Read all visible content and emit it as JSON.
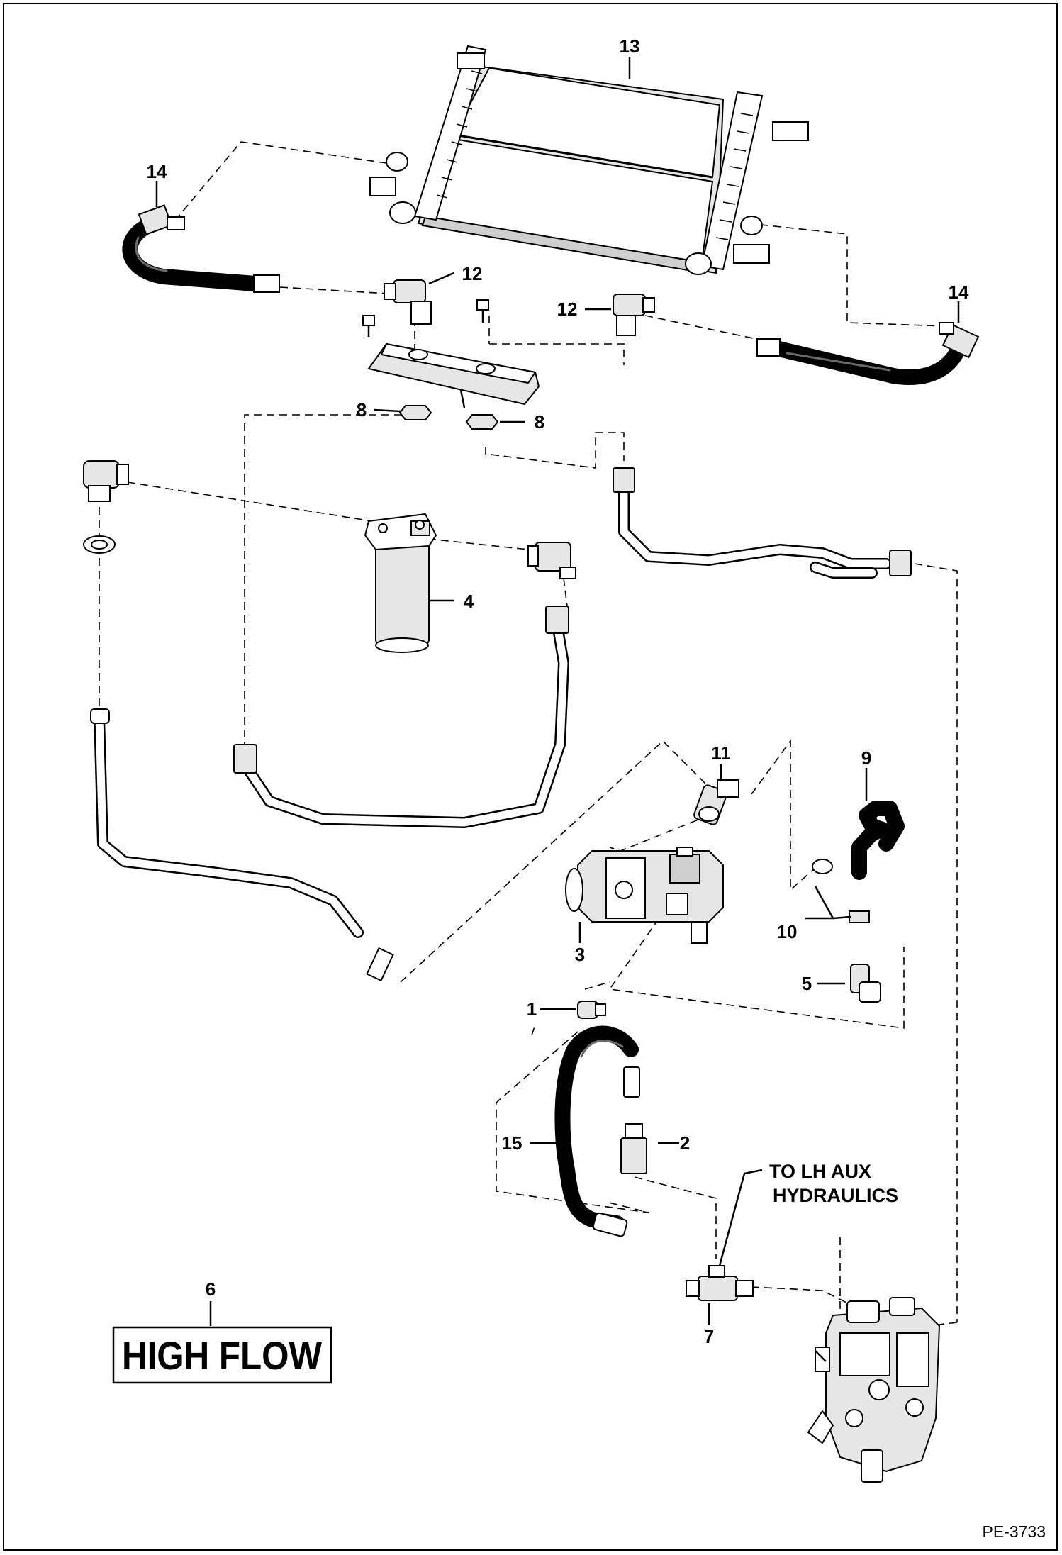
{
  "diagram": {
    "callouts": {
      "c1": "1",
      "c2": "2",
      "c3": "3",
      "c4": "4",
      "c5": "5",
      "c6": "6",
      "c7": "7",
      "c8a": "8",
      "c8b": "8",
      "c9": "9",
      "c10": "10",
      "c11": "11",
      "c12a": "12",
      "c12b": "12",
      "c13": "13",
      "c14a": "14",
      "c14b": "14",
      "c15": "15"
    },
    "note_line1": "TO LH AUX",
    "note_line2": "HYDRAULICS",
    "high_flow_label": "HIGH FLOW",
    "figure_code": "PE-3733"
  }
}
